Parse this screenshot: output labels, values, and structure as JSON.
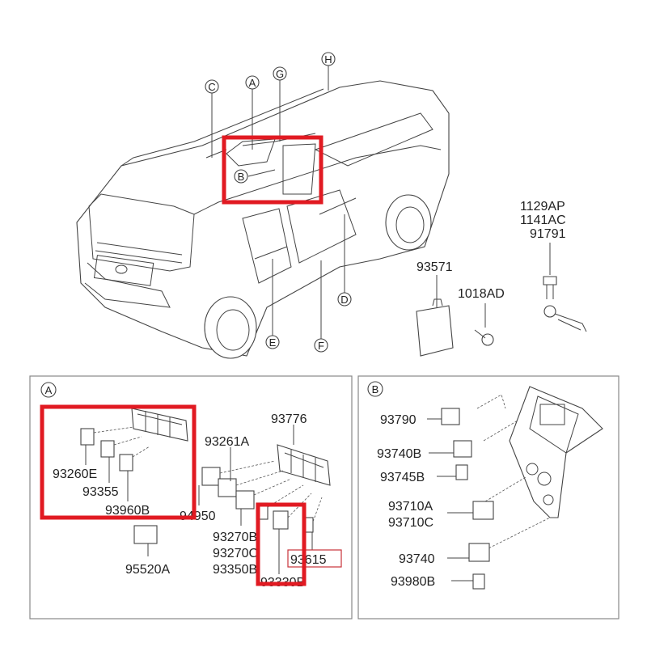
{
  "main_view": {
    "callouts": {
      "A": "A",
      "B": "B",
      "C": "C",
      "D": "D",
      "E": "E",
      "F": "F",
      "G": "G",
      "H": "H"
    },
    "parts": {
      "bolt_1": "1129AP",
      "bolt_2": "1141AC",
      "bolt_3": "91791",
      "module": "93571",
      "screw": "1018AD"
    }
  },
  "panel_a": {
    "badge": "A",
    "labels": {
      "p93776": "93776",
      "p93261A": "93261A",
      "p93260E": "93260E",
      "p93355": "93355",
      "p93960B": "93960B",
      "p94950": "94950",
      "p93270B": "93270B",
      "p93270C": "93270C",
      "p93350B": "93350B",
      "p95520A": "95520A",
      "p93615": "93615",
      "p93330B": "93330B"
    }
  },
  "panel_b": {
    "badge": "B",
    "labels": {
      "p93790": "93790",
      "p93740B": "93740B",
      "p93745B": "93745B",
      "p93710A": "93710A",
      "p93710C": "93710C",
      "p93740": "93740",
      "p93980B": "93980B"
    }
  },
  "colors": {
    "highlight": "#e11a22",
    "line": "#444444"
  }
}
